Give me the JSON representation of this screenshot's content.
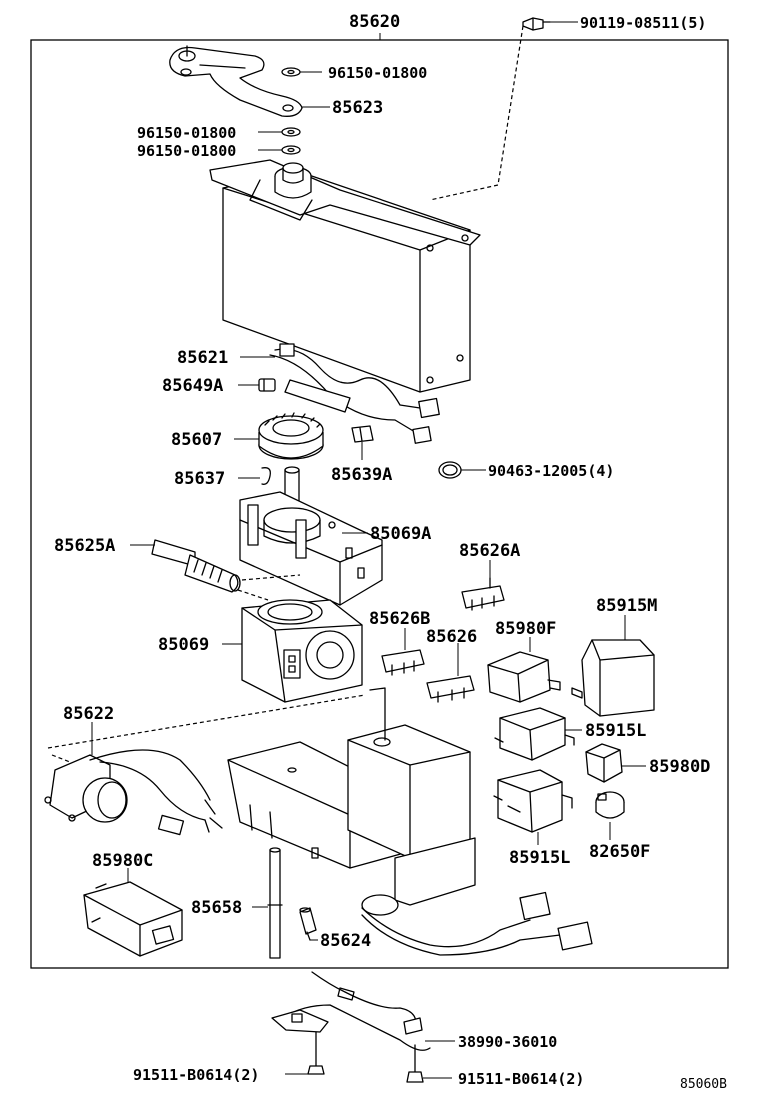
{
  "diagram": {
    "assembly_number": "85620",
    "reference_code": "85060B",
    "labels": {
      "l85620": "85620",
      "l90119": "90119-08511(5)",
      "l96150a": "96150-01800",
      "l85623": "85623",
      "l96150b": "96150-01800",
      "l96150c": "96150-01800",
      "l85621": "85621",
      "l85649A": "85649A",
      "l85607": "85607",
      "l85639A": "85639A",
      "l90463": "90463-12005(4)",
      "l85637": "85637",
      "l85069A": "85069A",
      "l85625A": "85625A",
      "l85626A": "85626A",
      "l85915M": "85915M",
      "l85626B": "85626B",
      "l85626": "85626",
      "l85980F": "85980F",
      "l85069": "85069",
      "l85622": "85622",
      "l85915L_a": "85915L",
      "l85980D": "85980D",
      "l85980C": "85980C",
      "l85915L_b": "85915L",
      "l82650F": "82650F",
      "l85658": "85658",
      "l85624": "85624",
      "l38990": "38990-36010",
      "l91511a": "91511-B0614(2)",
      "l91511b": "91511-B0614(2)"
    }
  }
}
